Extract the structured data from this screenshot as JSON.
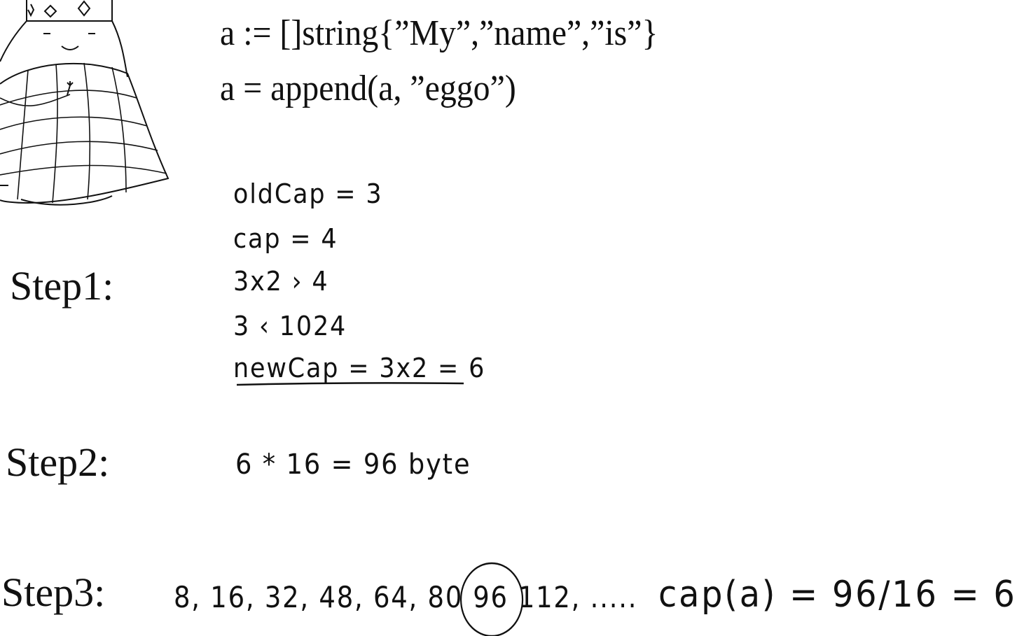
{
  "code": {
    "line1": "a := []string{”My”,”name”,”is”}",
    "line2": "a = append(a, ”eggo”)"
  },
  "step1": {
    "label": "Step1:",
    "lines": [
      "oldCap = 3",
      "cap = 4",
      "3x2 › 4",
      "3 ‹ 1024",
      "newCap = 3x2 = 6"
    ]
  },
  "step2": {
    "label": "Step2:",
    "text": "6 * 16 = 96 byte"
  },
  "step3": {
    "label": "Step3:",
    "sequence_before": "8, 16, 32, 48, 64, 80",
    "sequence_highlight": "96",
    "sequence_after": "112, .....",
    "result": "cap(a) = 96/16 = 6"
  }
}
